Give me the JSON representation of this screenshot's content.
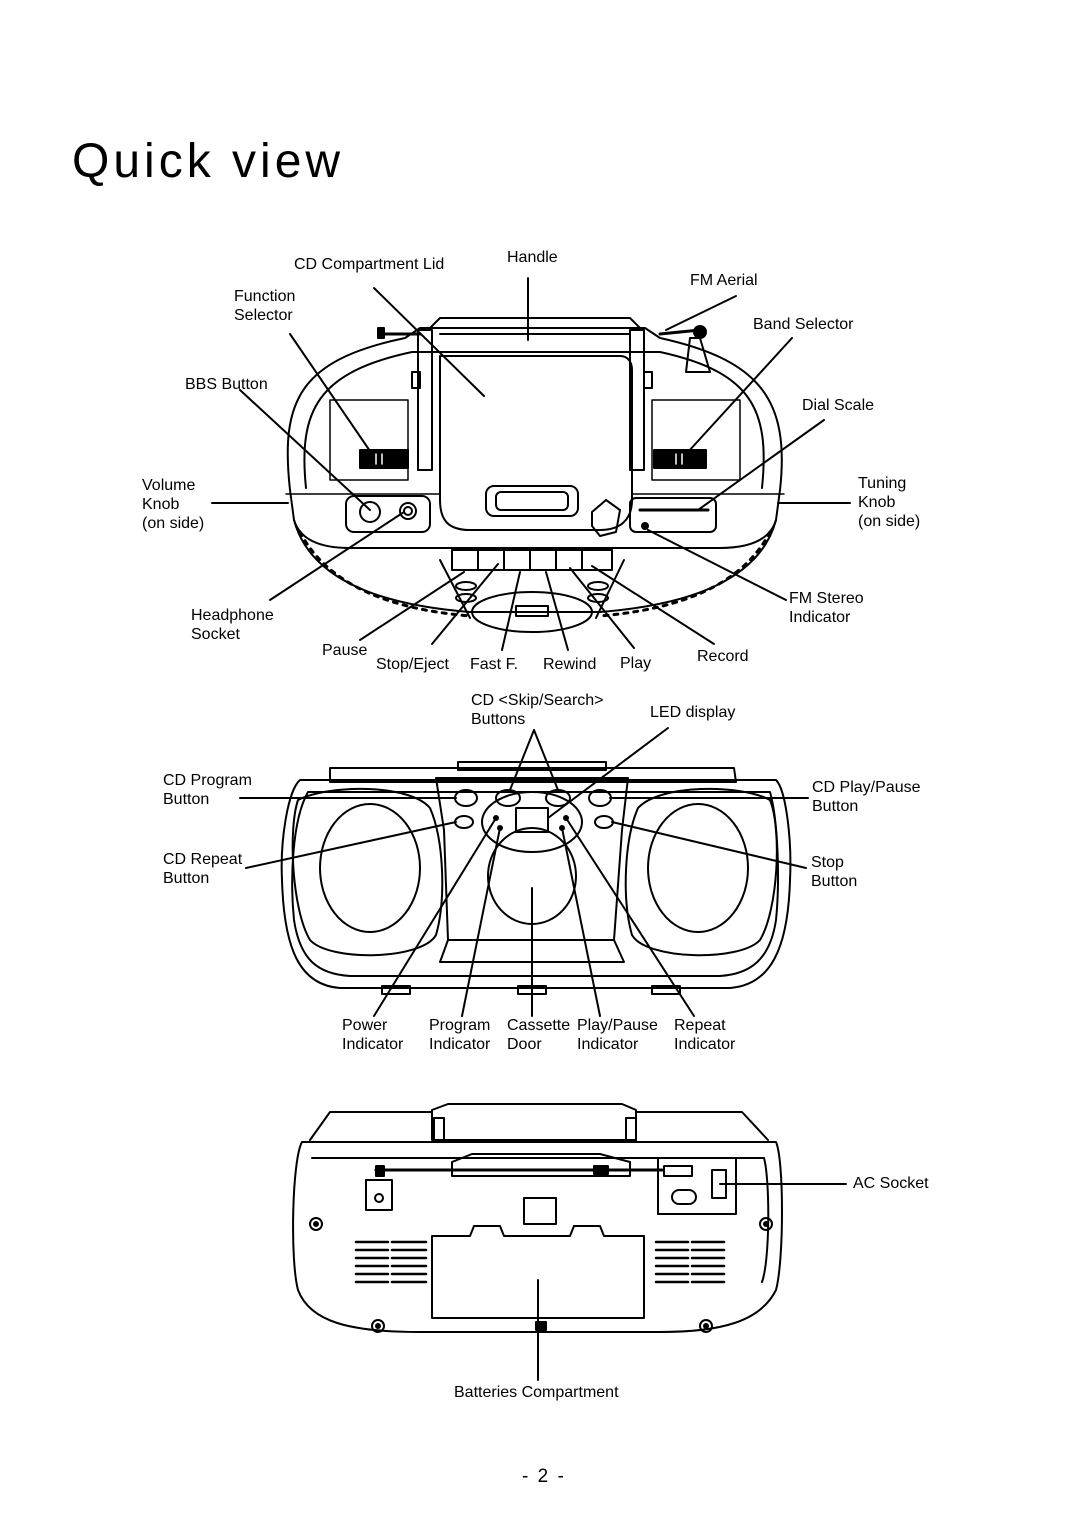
{
  "page": {
    "title": "Quick view",
    "page_number": "- 2 -"
  },
  "top_view": {
    "labels": {
      "cd_compartment_lid": "CD Compartment Lid",
      "handle": "Handle",
      "fm_aerial": "FM Aerial",
      "function_selector": "Function\nSelector",
      "band_selector": "Band Selector",
      "bbs_button": "BBS Button",
      "dial_scale": "Dial Scale",
      "volume_knob": "Volume\nKnob\n(on side)",
      "tuning_knob": "Tuning\nKnob\n(on side)",
      "fm_stereo_indicator": "FM Stereo\nIndicator",
      "headphone_socket": "Headphone\nSocket",
      "pause": "Pause",
      "stop_eject": "Stop/Eject",
      "fast_f": "Fast F.",
      "rewind": "Rewind",
      "play": "Play",
      "record": "Record"
    }
  },
  "front_view": {
    "labels": {
      "cd_skip_search_buttons": "CD <Skip/Search>\nButtons",
      "led_display": "LED display",
      "cd_program_button": "CD Program\nButton",
      "cd_play_pause_button": "CD Play/Pause\nButton",
      "cd_repeat_button": "CD Repeat\nButton",
      "stop_button": "Stop\nButton",
      "power_indicator": "Power\nIndicator",
      "program_indicator": "Program\nIndicator",
      "cassette_door": "Cassette\nDoor",
      "play_pause_indicator": "Play/Pause\nIndicator",
      "repeat_indicator": "Repeat\nIndicator"
    }
  },
  "back_view": {
    "labels": {
      "ac_socket": "AC Socket",
      "batteries_compartment": "Batteries Compartment"
    }
  }
}
